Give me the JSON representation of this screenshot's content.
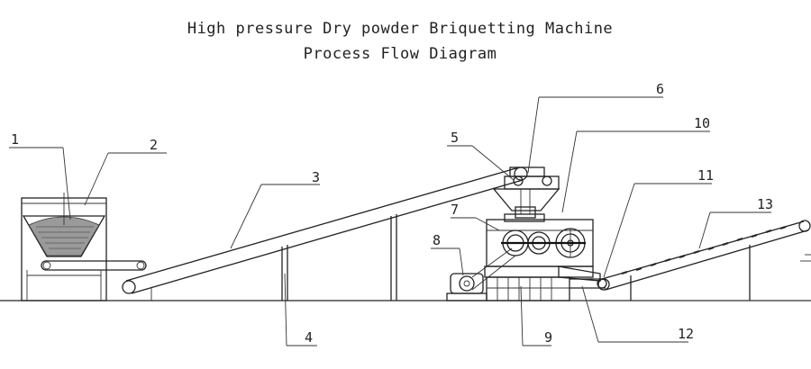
{
  "title": {
    "line1": "High pressure Dry powder Briquetting Machine",
    "line2": "Process Flow Diagram"
  },
  "callouts": [
    {
      "id": "1",
      "label": "1"
    },
    {
      "id": "2",
      "label": "2"
    },
    {
      "id": "3",
      "label": "3"
    },
    {
      "id": "4",
      "label": "4"
    },
    {
      "id": "5",
      "label": "5"
    },
    {
      "id": "6",
      "label": "6"
    },
    {
      "id": "7",
      "label": "7"
    },
    {
      "id": "8",
      "label": "8"
    },
    {
      "id": "9",
      "label": "9"
    },
    {
      "id": "10",
      "label": "10"
    },
    {
      "id": "11",
      "label": "11"
    },
    {
      "id": "12",
      "label": "12"
    },
    {
      "id": "13",
      "label": "13"
    }
  ]
}
